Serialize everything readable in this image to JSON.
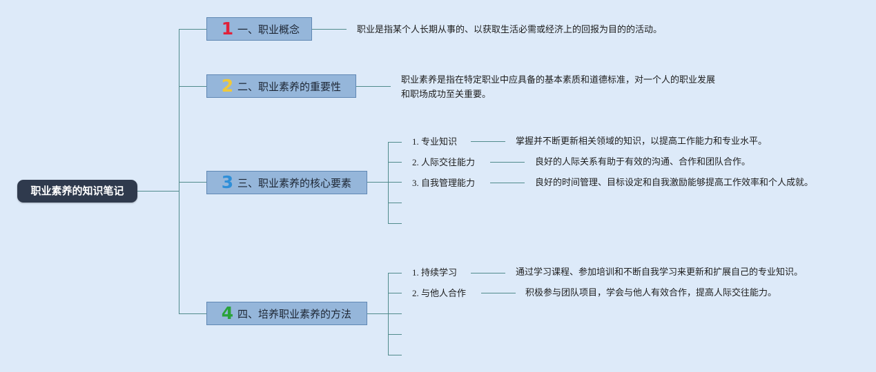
{
  "root": {
    "title": "职业素养的知识笔记"
  },
  "topics": [
    {
      "num": "1",
      "num_color": "#e0213a",
      "label": "一、职业概念"
    },
    {
      "num": "2",
      "num_color": "#f0c93a",
      "label": "二、职业素养的重要性"
    },
    {
      "num": "3",
      "num_color": "#2f8fd8",
      "label": "三、职业素养的核心要素"
    },
    {
      "num": "4",
      "num_color": "#2aa33a",
      "label": "四、培养职业素养的方法"
    }
  ],
  "descriptions": {
    "topic1": "职业是指某个人长期从事的、以获取生活必需或经济上的回报为目的的活动。",
    "topic2_line1": "职业素养是指在特定职业中应具备的基本素质和道德标准，对一个人的职业发展",
    "topic2_line2": "和职场成功至关重要。"
  },
  "core_elements": [
    {
      "index": "1.",
      "label": "专业知识",
      "desc": "掌握并不断更新相关领域的知识，以提高工作能力和专业水平。"
    },
    {
      "index": "2.",
      "label": "人际交往能力",
      "desc": "良好的人际关系有助于有效的沟通、合作和团队合作。"
    },
    {
      "index": "3.",
      "label": "自我管理能力",
      "desc": "良好的时间管理、目标设定和自我激励能够提高工作效率和个人成就。"
    }
  ],
  "methods": [
    {
      "index": "1.",
      "label": "持续学习",
      "desc": "通过学习课程、参加培训和不断自我学习来更新和扩展自己的专业知识。"
    },
    {
      "index": "2.",
      "label": "与他人合作",
      "desc": "积极参与团队项目，学会与他人有效合作，提高人际交往能力。"
    }
  ],
  "colors": {
    "background": "#ddeaf9",
    "line": "#4f8a8b",
    "root_fill": "#2f3a4d",
    "topic_fill": "#95b6da"
  }
}
